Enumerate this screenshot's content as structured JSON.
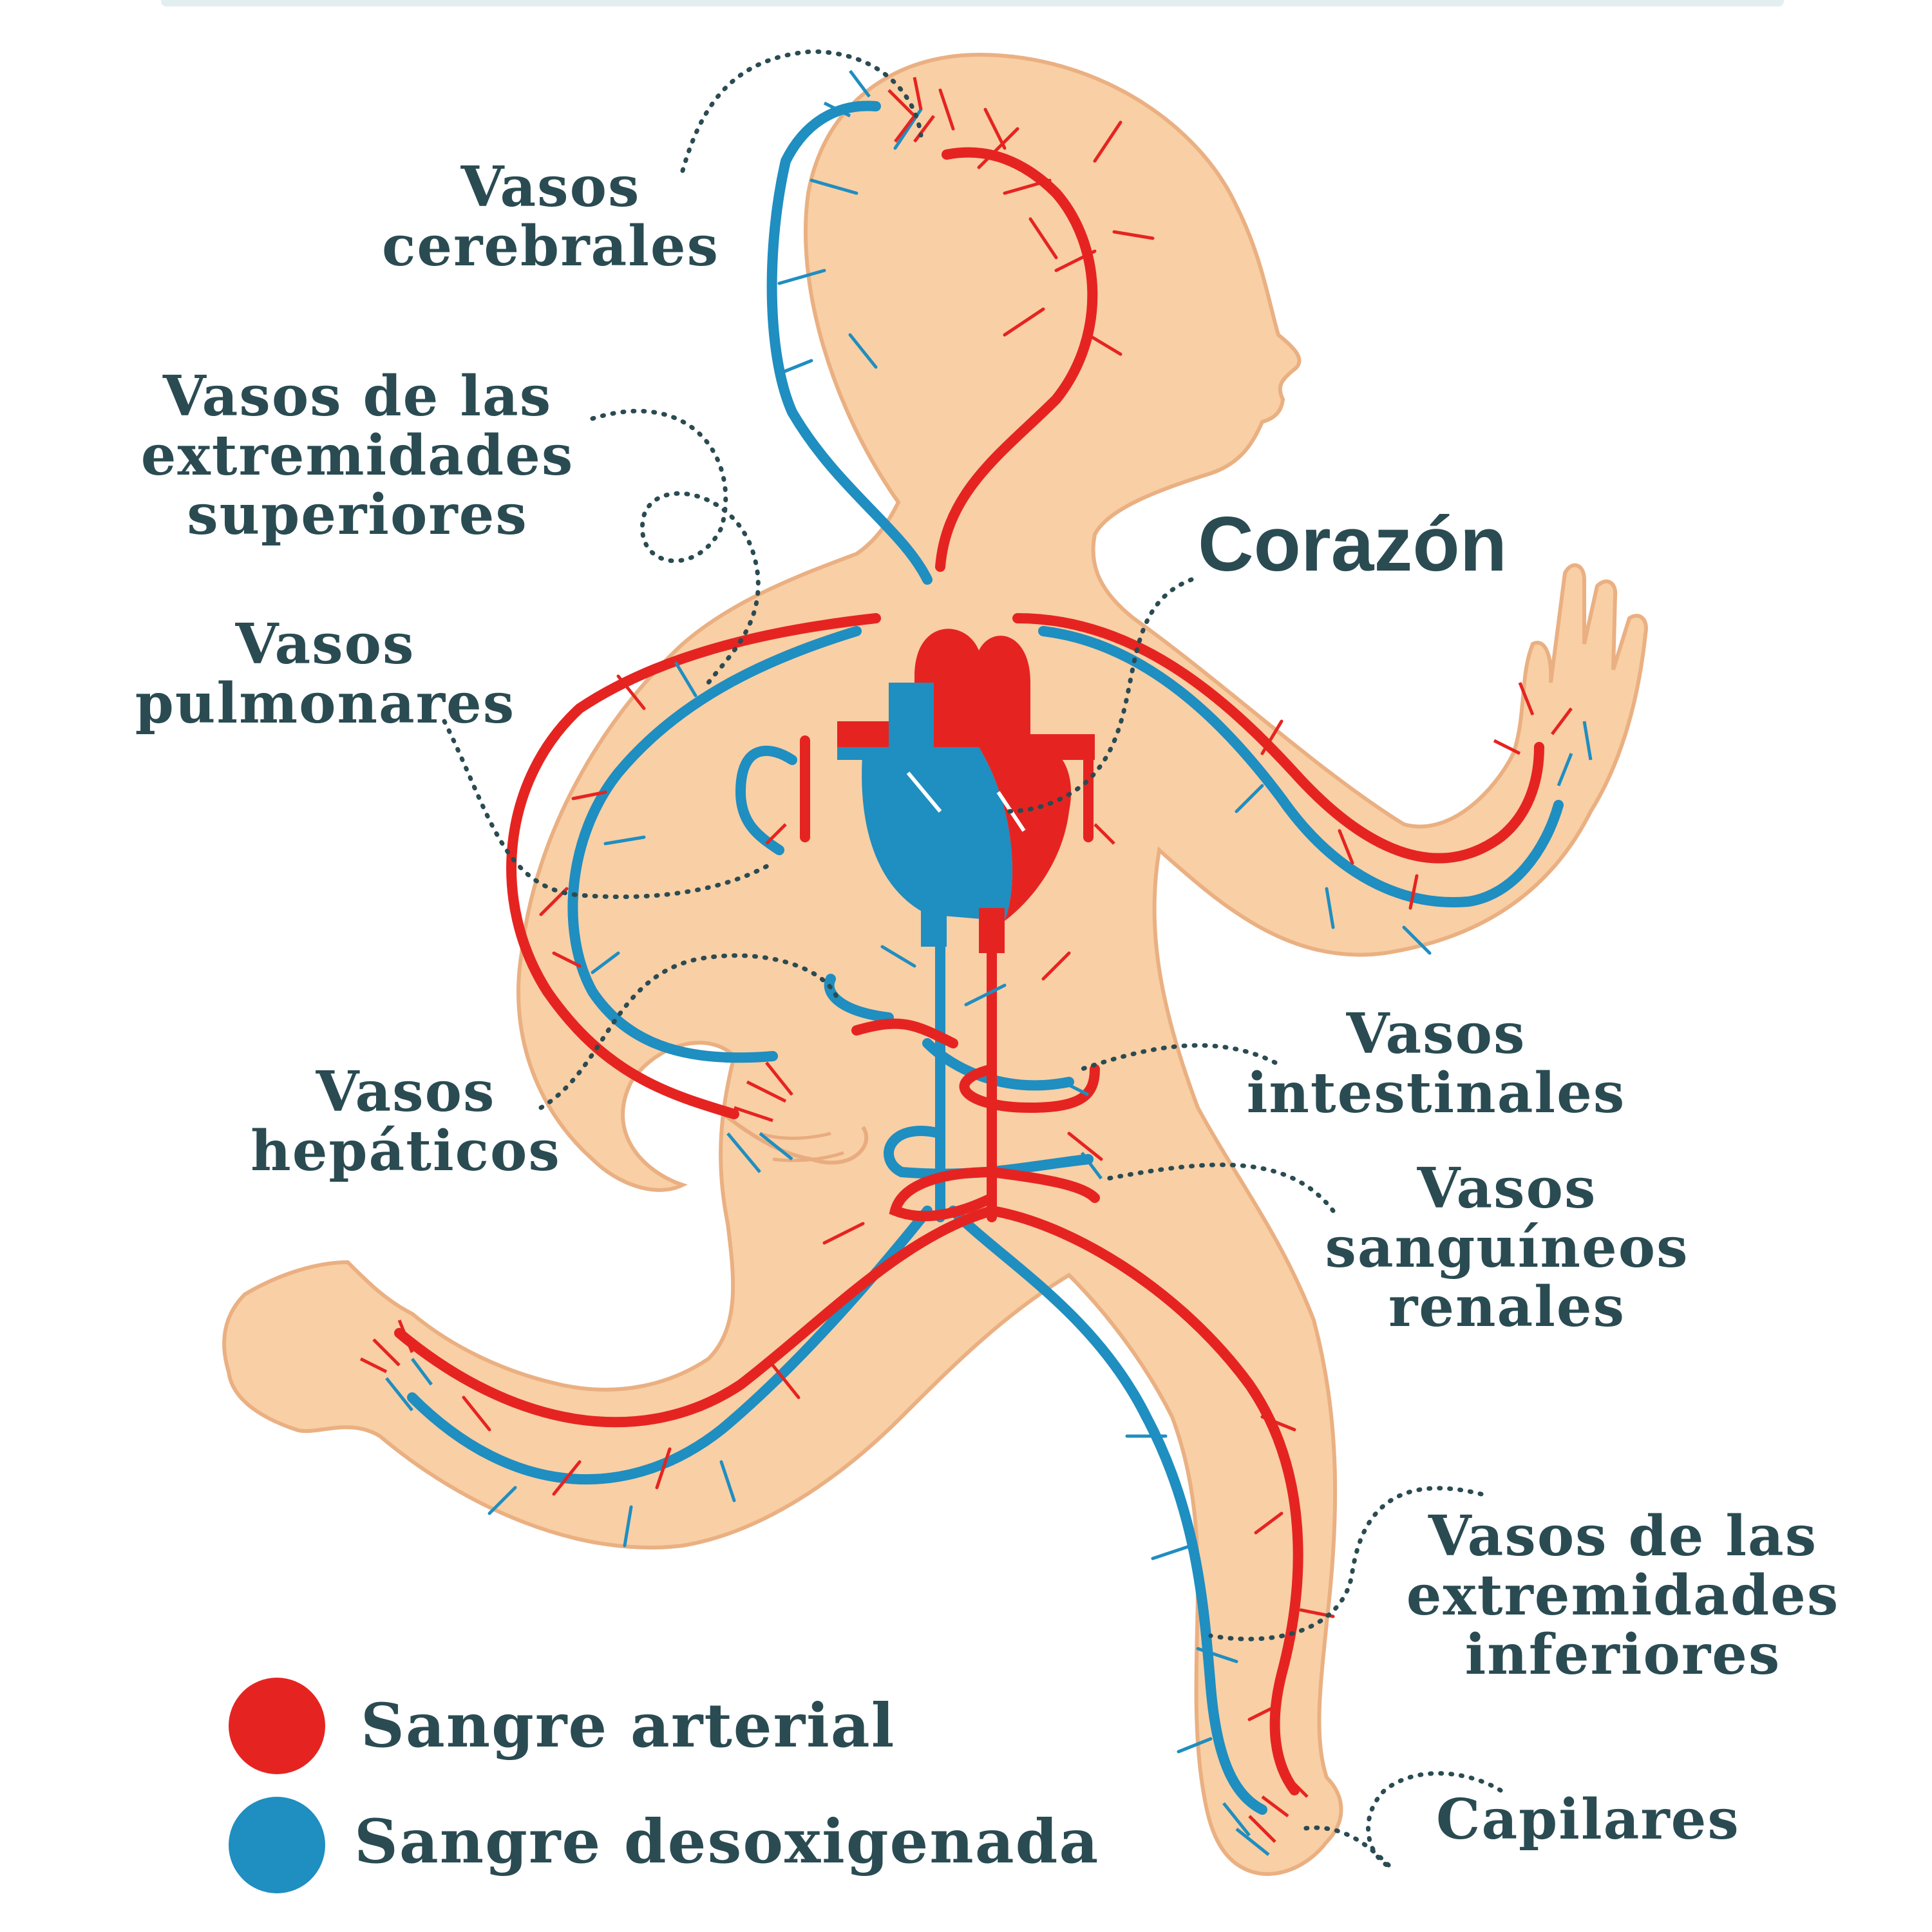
{
  "labels": {
    "cerebral": [
      "Vasos",
      "cerebrales"
    ],
    "upper_limbs": [
      "Vasos de las",
      "extremidades",
      "superiores"
    ],
    "pulmonary": [
      "Vasos",
      "pulmonares"
    ],
    "heart": "Corazón",
    "hepatic": [
      "Vasos",
      "hepáticos"
    ],
    "intestinal": [
      "Vasos",
      "intestinales"
    ],
    "renal": [
      "Vasos",
      "sanguíneos",
      "renales"
    ],
    "lower_limbs": [
      "Vasos de las",
      "extremidades",
      "inferiores"
    ],
    "capillaries": "Capilares"
  },
  "legend": [
    {
      "label": "Sangre arterial",
      "color": "#e52421"
    },
    {
      "label": "Sangre desoxigenada",
      "color": "#1f8ec0"
    }
  ],
  "colors": {
    "skin": "#f9cfa5",
    "skin_outline": "#eab082",
    "artery": "#e52421",
    "vein": "#1f8ec0",
    "text": "#2a4b52"
  }
}
